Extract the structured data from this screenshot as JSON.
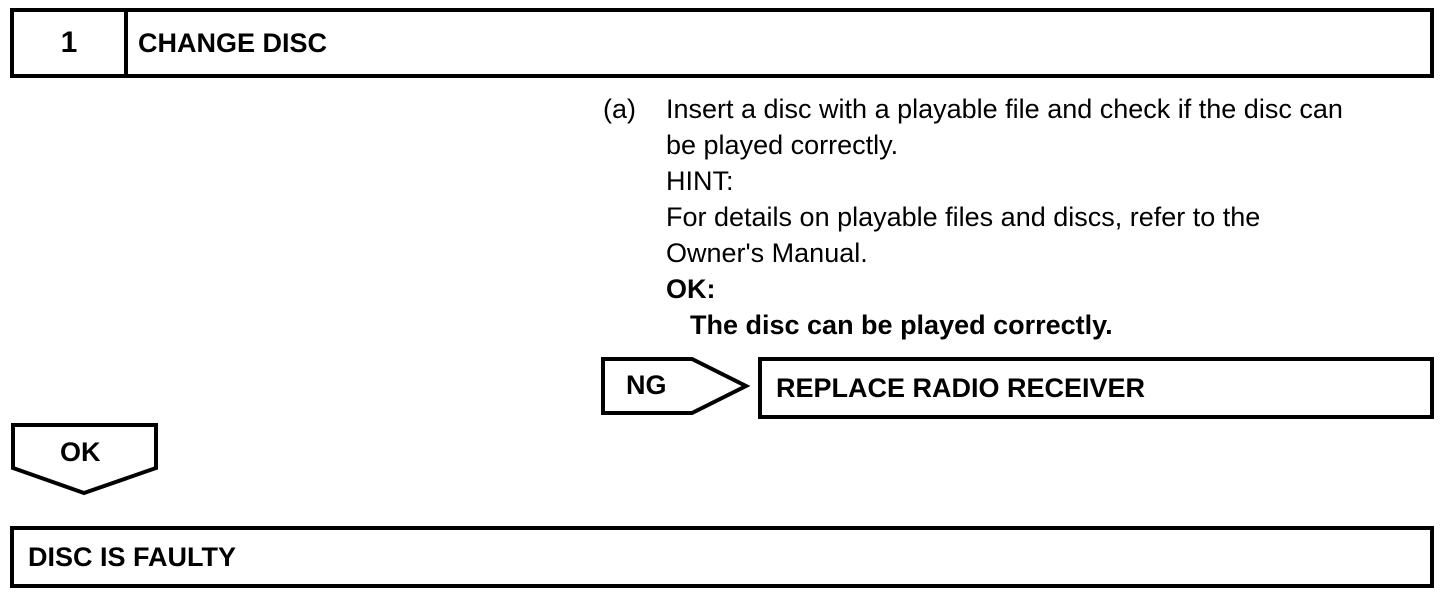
{
  "header": {
    "step_number": "1",
    "title": "CHANGE DISC"
  },
  "step": {
    "label": "(a)",
    "lines": [
      "Insert a disc with a playable file and check if the disc can",
      "be played correctly."
    ],
    "hint_label": "HINT:",
    "hint_lines": [
      "For details on playable files and discs, refer to the",
      "Owner's Manual."
    ],
    "ok_label": "OK:",
    "ok_condition": "The disc can be played correctly."
  },
  "ng_branch": {
    "tag": "NG",
    "result": "REPLACE RADIO RECEIVER"
  },
  "ok_branch": {
    "tag": "OK",
    "result": "DISC IS FAULTY"
  }
}
